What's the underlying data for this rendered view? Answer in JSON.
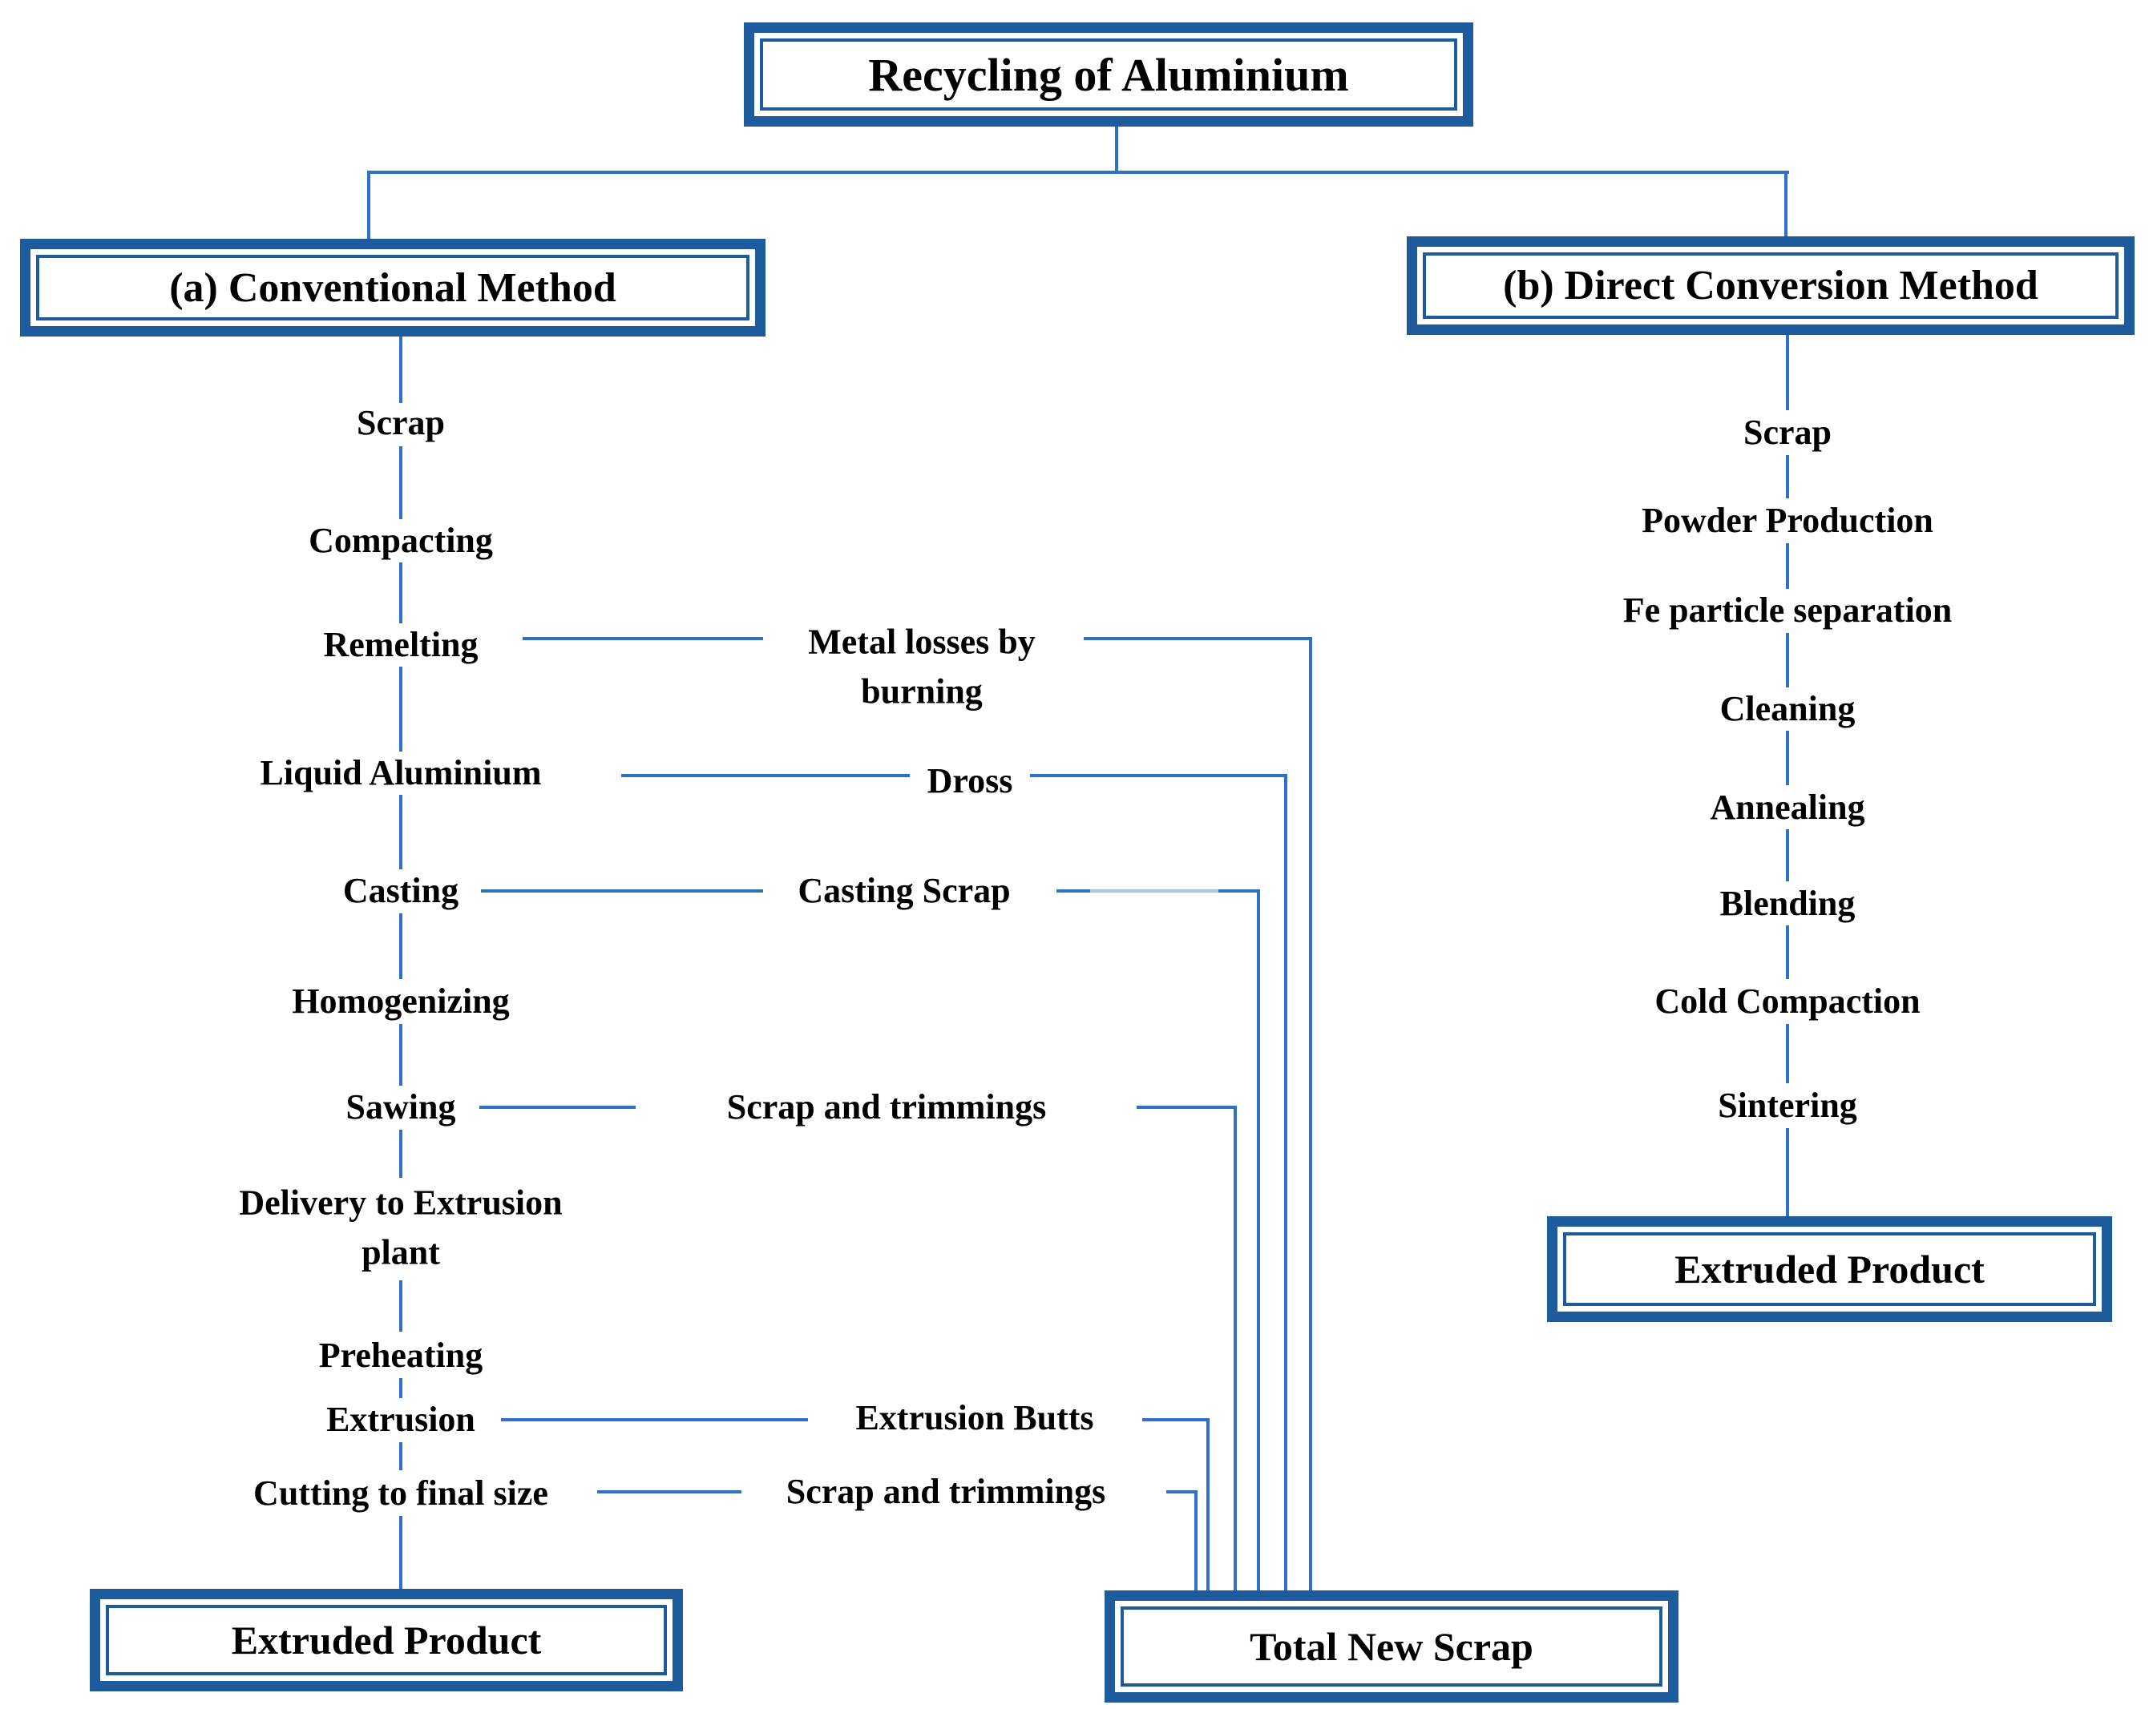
{
  "title": "Recycling of Aluminium",
  "conventional": {
    "heading": "(a) Conventional Method",
    "steps": [
      "Scrap",
      "Compacting",
      "Remelting",
      "Liquid Aluminium",
      "Casting",
      "Homogenizing",
      "Sawing",
      "Delivery to Extrusion plant",
      "Preheating",
      "Extrusion",
      "Cutting to final size"
    ],
    "result": "Extruded Product"
  },
  "direct": {
    "heading": "(b) Direct Conversion Method",
    "steps": [
      "Scrap",
      "Powder Production",
      "Fe particle separation",
      "Cleaning",
      "Annealing",
      "Blending",
      "Cold Compaction",
      "Sintering"
    ],
    "result": "Extruded Product"
  },
  "byproducts": {
    "metal_losses": "Metal losses by burning",
    "dross": "Dross",
    "casting_scrap": "Casting Scrap",
    "sawing_scrap": "Scrap and trimmings",
    "extrusion_butts": "Extrusion Butts",
    "cutting_scrap": "Scrap and trimmings",
    "total": "Total New Scrap"
  },
  "colors": {
    "box_border": "#1e5b9d",
    "connector": "#2e72c8",
    "connector_light": "#a9c6ea",
    "text": "#000000",
    "background": "#ffffff"
  }
}
